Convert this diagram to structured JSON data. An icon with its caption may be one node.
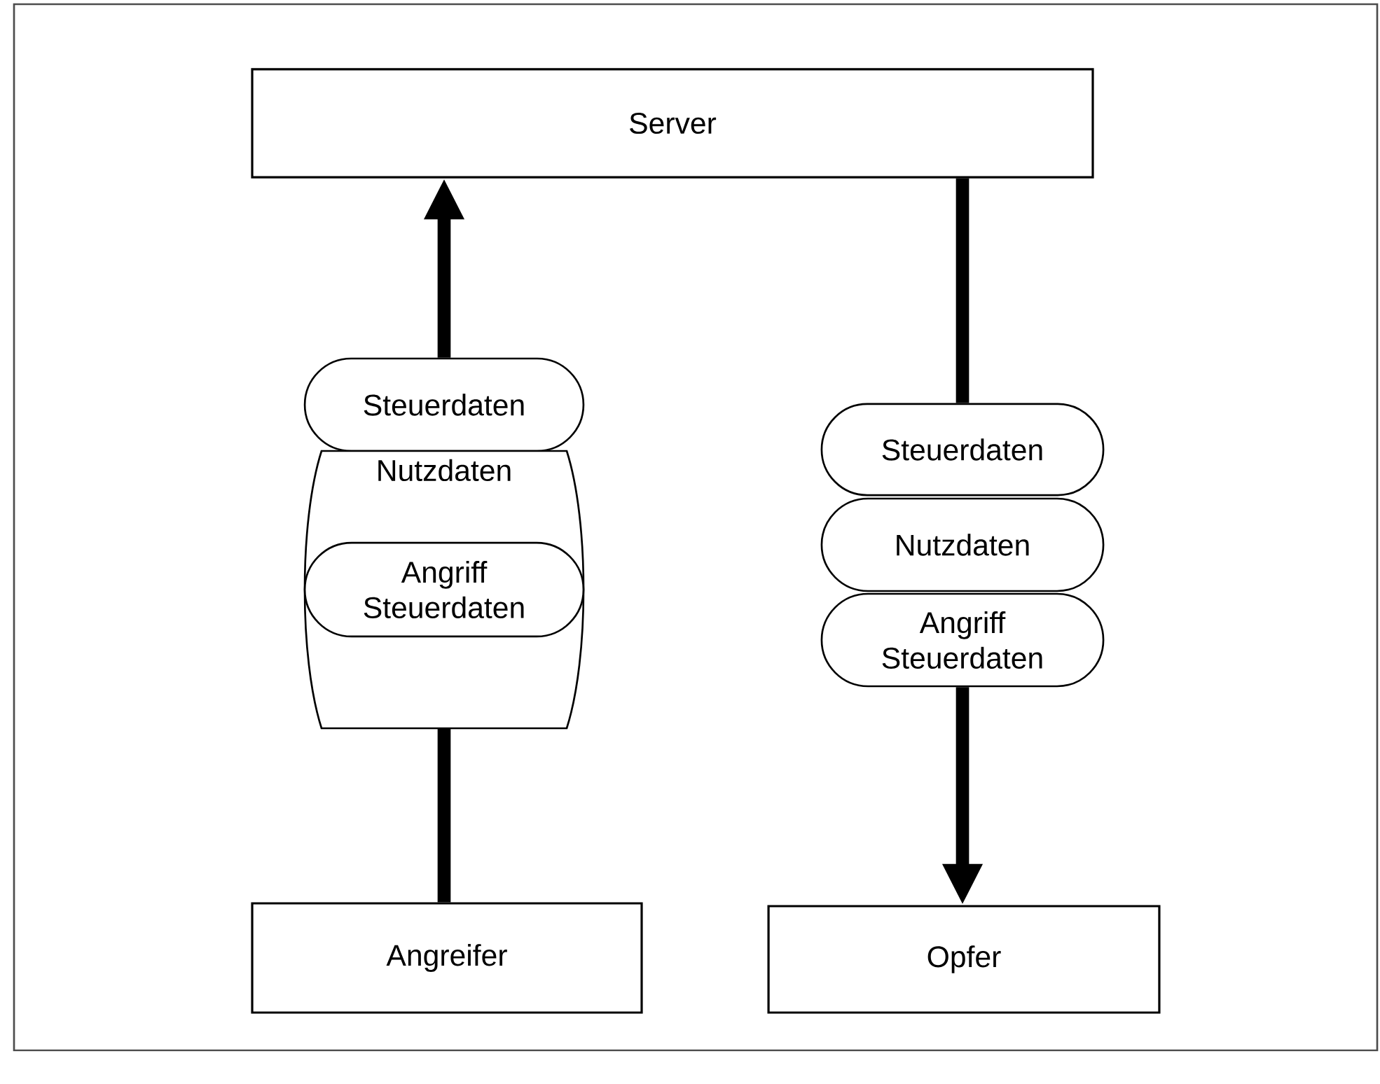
{
  "diagram": {
    "nodes": [
      {
        "text": [
          "Server"
        ]
      },
      {
        "text": [
          "Angreifer"
        ]
      },
      {
        "text": [
          "Opfer"
        ]
      },
      {
        "text": [
          "Steuerdaten"
        ]
      },
      {
        "text": [
          "Nutzdaten"
        ]
      },
      {
        "text": [
          "Angriff Steuerdaten"
        ],
        "in": 4
      },
      {
        "text": [
          "Steuerdaten"
        ]
      },
      {
        "text": [
          "Nutzdaten"
        ]
      },
      {
        "text": [
          "Angriff Steuerdaten"
        ]
      }
    ],
    "edges": [
      {
        "from": 1,
        "to": 4,
        "arrow": "none"
      },
      {
        "from": 3,
        "to": 0,
        "arrow": "to"
      },
      {
        "from": 0,
        "to": 6,
        "arrow": "none"
      },
      {
        "from": 8,
        "to": 2,
        "arrow": "to"
      }
    ]
  }
}
